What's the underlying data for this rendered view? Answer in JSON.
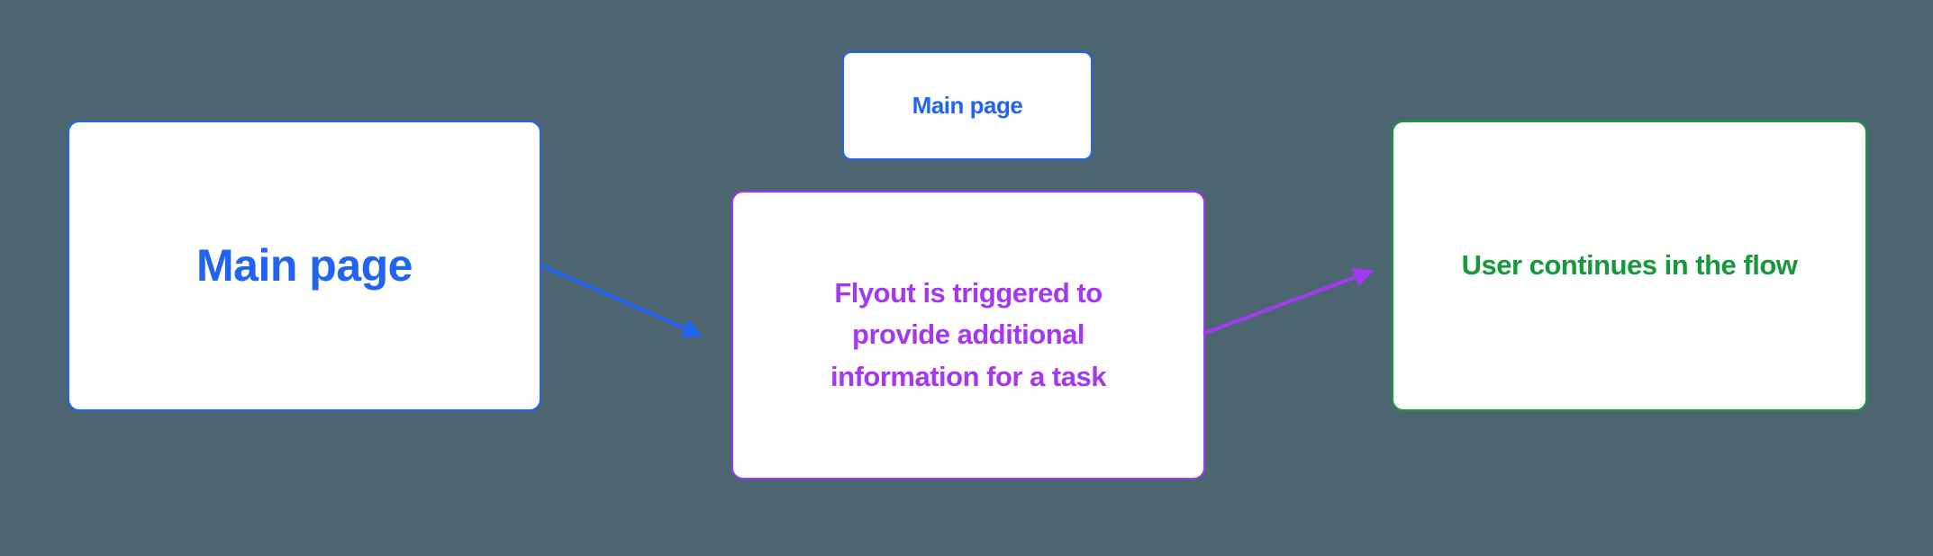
{
  "canvas": {
    "background_color": "#4C6570",
    "node_fill_color": "#FFFFFF"
  },
  "diagram": {
    "nodes": {
      "main_page": {
        "label": "Main page",
        "color": "#2164F5"
      },
      "main_page_small": {
        "label": "Main page",
        "color": "#2164F5"
      },
      "flyout": {
        "label": "Flyout is triggered to provide additional information for a task",
        "color": "#A437F3"
      },
      "user_continues": {
        "label": "User continues in the flow",
        "color": "#16993A"
      }
    },
    "connectors": {
      "main_to_flyout": {
        "color": "#2164F5",
        "from": "main_page",
        "to": "flyout"
      },
      "flyout_to_continue": {
        "color": "#A437F3",
        "from": "flyout",
        "to": "user_continues"
      }
    }
  }
}
